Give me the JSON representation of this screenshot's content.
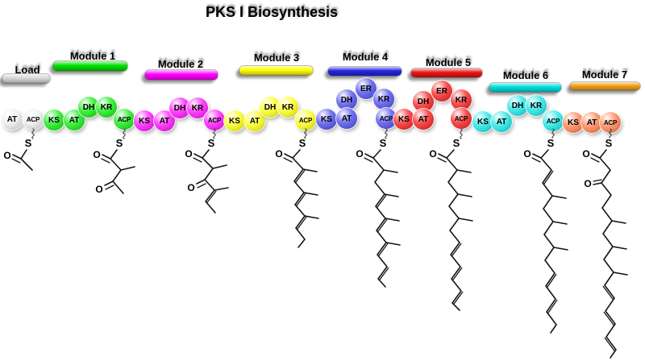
{
  "title": "PKS I Biosynthesis",
  "atoms": {
    "sulfur": "S",
    "oxygen": "O"
  },
  "modules": [
    {
      "label": "Load",
      "bar_color": "#d8d8d8",
      "sphere_color": "#f0f0f0",
      "domains": [
        "AT",
        "ACP"
      ]
    },
    {
      "label": "Module 1",
      "bar_color": "#00e000",
      "sphere_color": "#22ee22",
      "domains": [
        "KS",
        "AT",
        "DH",
        "KR",
        "ACP"
      ]
    },
    {
      "label": "Module 2",
      "bar_color": "#ff00ff",
      "sphere_color": "#ff22ff",
      "domains": [
        "KS",
        "AT",
        "DH",
        "KR",
        "ACP"
      ]
    },
    {
      "label": "Module 3",
      "bar_color": "#ffff00",
      "sphere_color": "#ffff22",
      "domains": [
        "KS",
        "AT",
        "DH",
        "KR",
        "ACP"
      ]
    },
    {
      "label": "Module 4",
      "bar_color": "#2424e0",
      "sphere_color": "#5c5cf0",
      "domains": [
        "KS",
        "AT",
        "DH",
        "ER",
        "KR",
        "ACP"
      ]
    },
    {
      "label": "Module 5",
      "bar_color": "#e81414",
      "sphere_color": "#f93030",
      "domains": [
        "KS",
        "AT",
        "DH",
        "ER",
        "KR",
        "ACP"
      ]
    },
    {
      "label": "Module 6",
      "bar_color": "#00dede",
      "sphere_color": "#2ae8e8",
      "domains": [
        "KS",
        "AT",
        "DH",
        "KR",
        "ACP"
      ]
    },
    {
      "label": "Module 7",
      "bar_color": "#f0a018",
      "sphere_color": "#ff8a5c",
      "domains": [
        "KS",
        "AT",
        "ACP"
      ]
    }
  ]
}
